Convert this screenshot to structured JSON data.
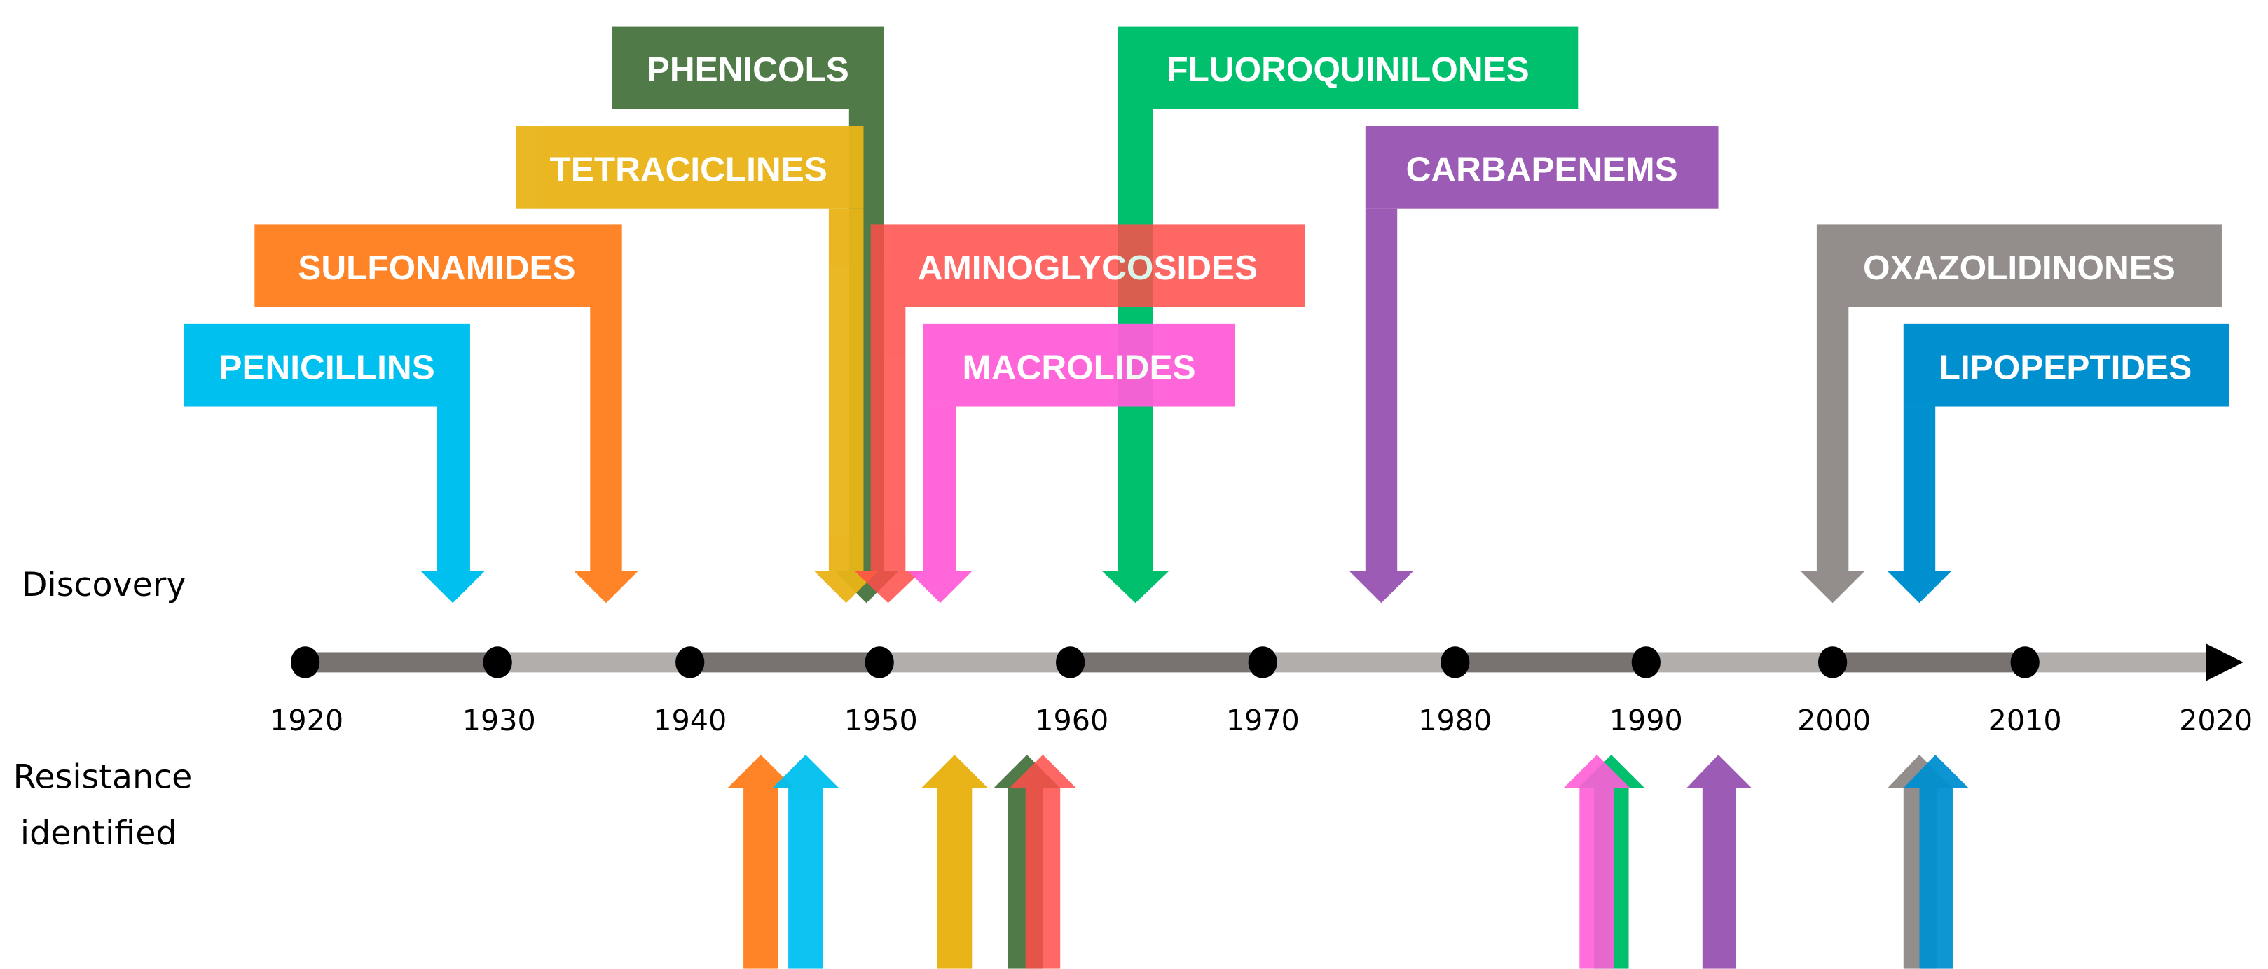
{
  "chart_data": {
    "type": "timeline",
    "title": "",
    "row_labels": {
      "discovery": "Discovery",
      "resistance": "Resistance identified",
      "resistance_line1": "Resistance",
      "resistance_line2": "identified"
    },
    "axis": {
      "ticks": [
        "1920",
        "1930",
        "1940",
        "1950",
        "1960",
        "1970",
        "1980",
        "1990",
        "2000",
        "2010",
        "2020"
      ],
      "range": [
        1920,
        2020
      ]
    },
    "classes": [
      {
        "name": "PENICILLINS",
        "color": "#00C0F0",
        "discovery": 1928,
        "resistance": 1946
      },
      {
        "name": "SULFONAMIDES",
        "color": "#FF8427",
        "discovery": 1936,
        "resistance": 1944
      },
      {
        "name": "TETRACICLINES",
        "color": "#E9B418",
        "discovery": 1948,
        "resistance": 1954
      },
      {
        "name": "PHENICOLS",
        "color": "#507B48",
        "discovery": 1949,
        "resistance": 1957
      },
      {
        "name": "AMINOGLYCOSIDES",
        "color": "#FF5A55",
        "discovery": 1950,
        "resistance": 1958
      },
      {
        "name": "MACROLIDES",
        "color": "#FF5ED8",
        "discovery": 1953,
        "resistance": 1987
      },
      {
        "name": "FLUOROQUINILONES",
        "color": "#00C06E",
        "discovery": 1963,
        "resistance": 1988
      },
      {
        "name": "CARBAPENEMS",
        "color": "#9C5BB5",
        "discovery": 1976,
        "resistance": 1994
      },
      {
        "name": "OXAZOLIDINONES",
        "color": "#938D8B",
        "discovery": 2000,
        "resistance": 2004
      },
      {
        "name": "LIPOPEPTIDES",
        "color": "#0090D0",
        "discovery": 2004,
        "resistance": 2005
      }
    ]
  },
  "labels": {
    "penicillins": "PENICILLINS",
    "sulfonamides": "SULFONAMIDES",
    "tetraciclines": "TETRACICLINES",
    "phenicols": "PHENICOLS",
    "aminoglycosides": "AMINOGLYCOSIDES",
    "macrolides": "MACROLIDES",
    "fluoroquinilones": "FLUOROQUINILONES",
    "carbapenems": "CARBAPENEMS",
    "oxazolidinones": "OXAZOLIDINONES",
    "lipopeptides": "LIPOPEPTIDES"
  },
  "years": [
    "1920",
    "1930",
    "1940",
    "1950",
    "1960",
    "1970",
    "1980",
    "1990",
    "2000",
    "2010",
    "2020"
  ],
  "side": {
    "discovery": "Discovery",
    "resistance1": "Resistance",
    "resistance2": "identified"
  }
}
